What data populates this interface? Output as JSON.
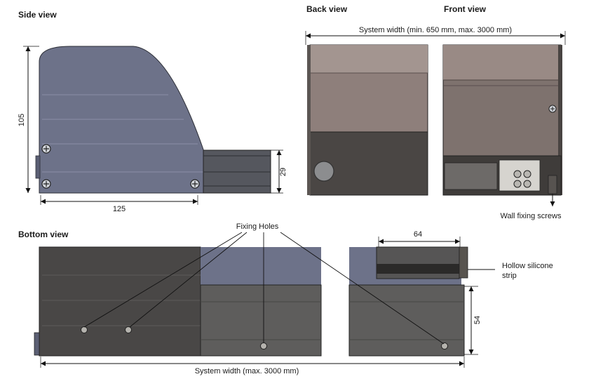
{
  "titles": {
    "side": "Side view",
    "back": "Back view",
    "front": "Front view",
    "bottom": "Bottom view"
  },
  "dimensions": {
    "side_height": "105",
    "side_width": "125",
    "side_profile_height": "29",
    "system_width_top": "System width (min. 650 mm, max. 3000 mm)",
    "bottom_profile_width": "64",
    "bottom_depth": "54",
    "system_width_bottom": "System width (max. 3000 mm)"
  },
  "callouts": {
    "wall_screws": "Wall fixing screws",
    "fixing_holes": "Fixing Holes",
    "silicone_strip_line1": "Hollow silicone",
    "silicone_strip_line2": "strip"
  },
  "colors": {
    "housing_blue": "#6d7289",
    "housing_dark": "#4b4a48",
    "taupe": "#8a7a76",
    "line": "#111111"
  }
}
